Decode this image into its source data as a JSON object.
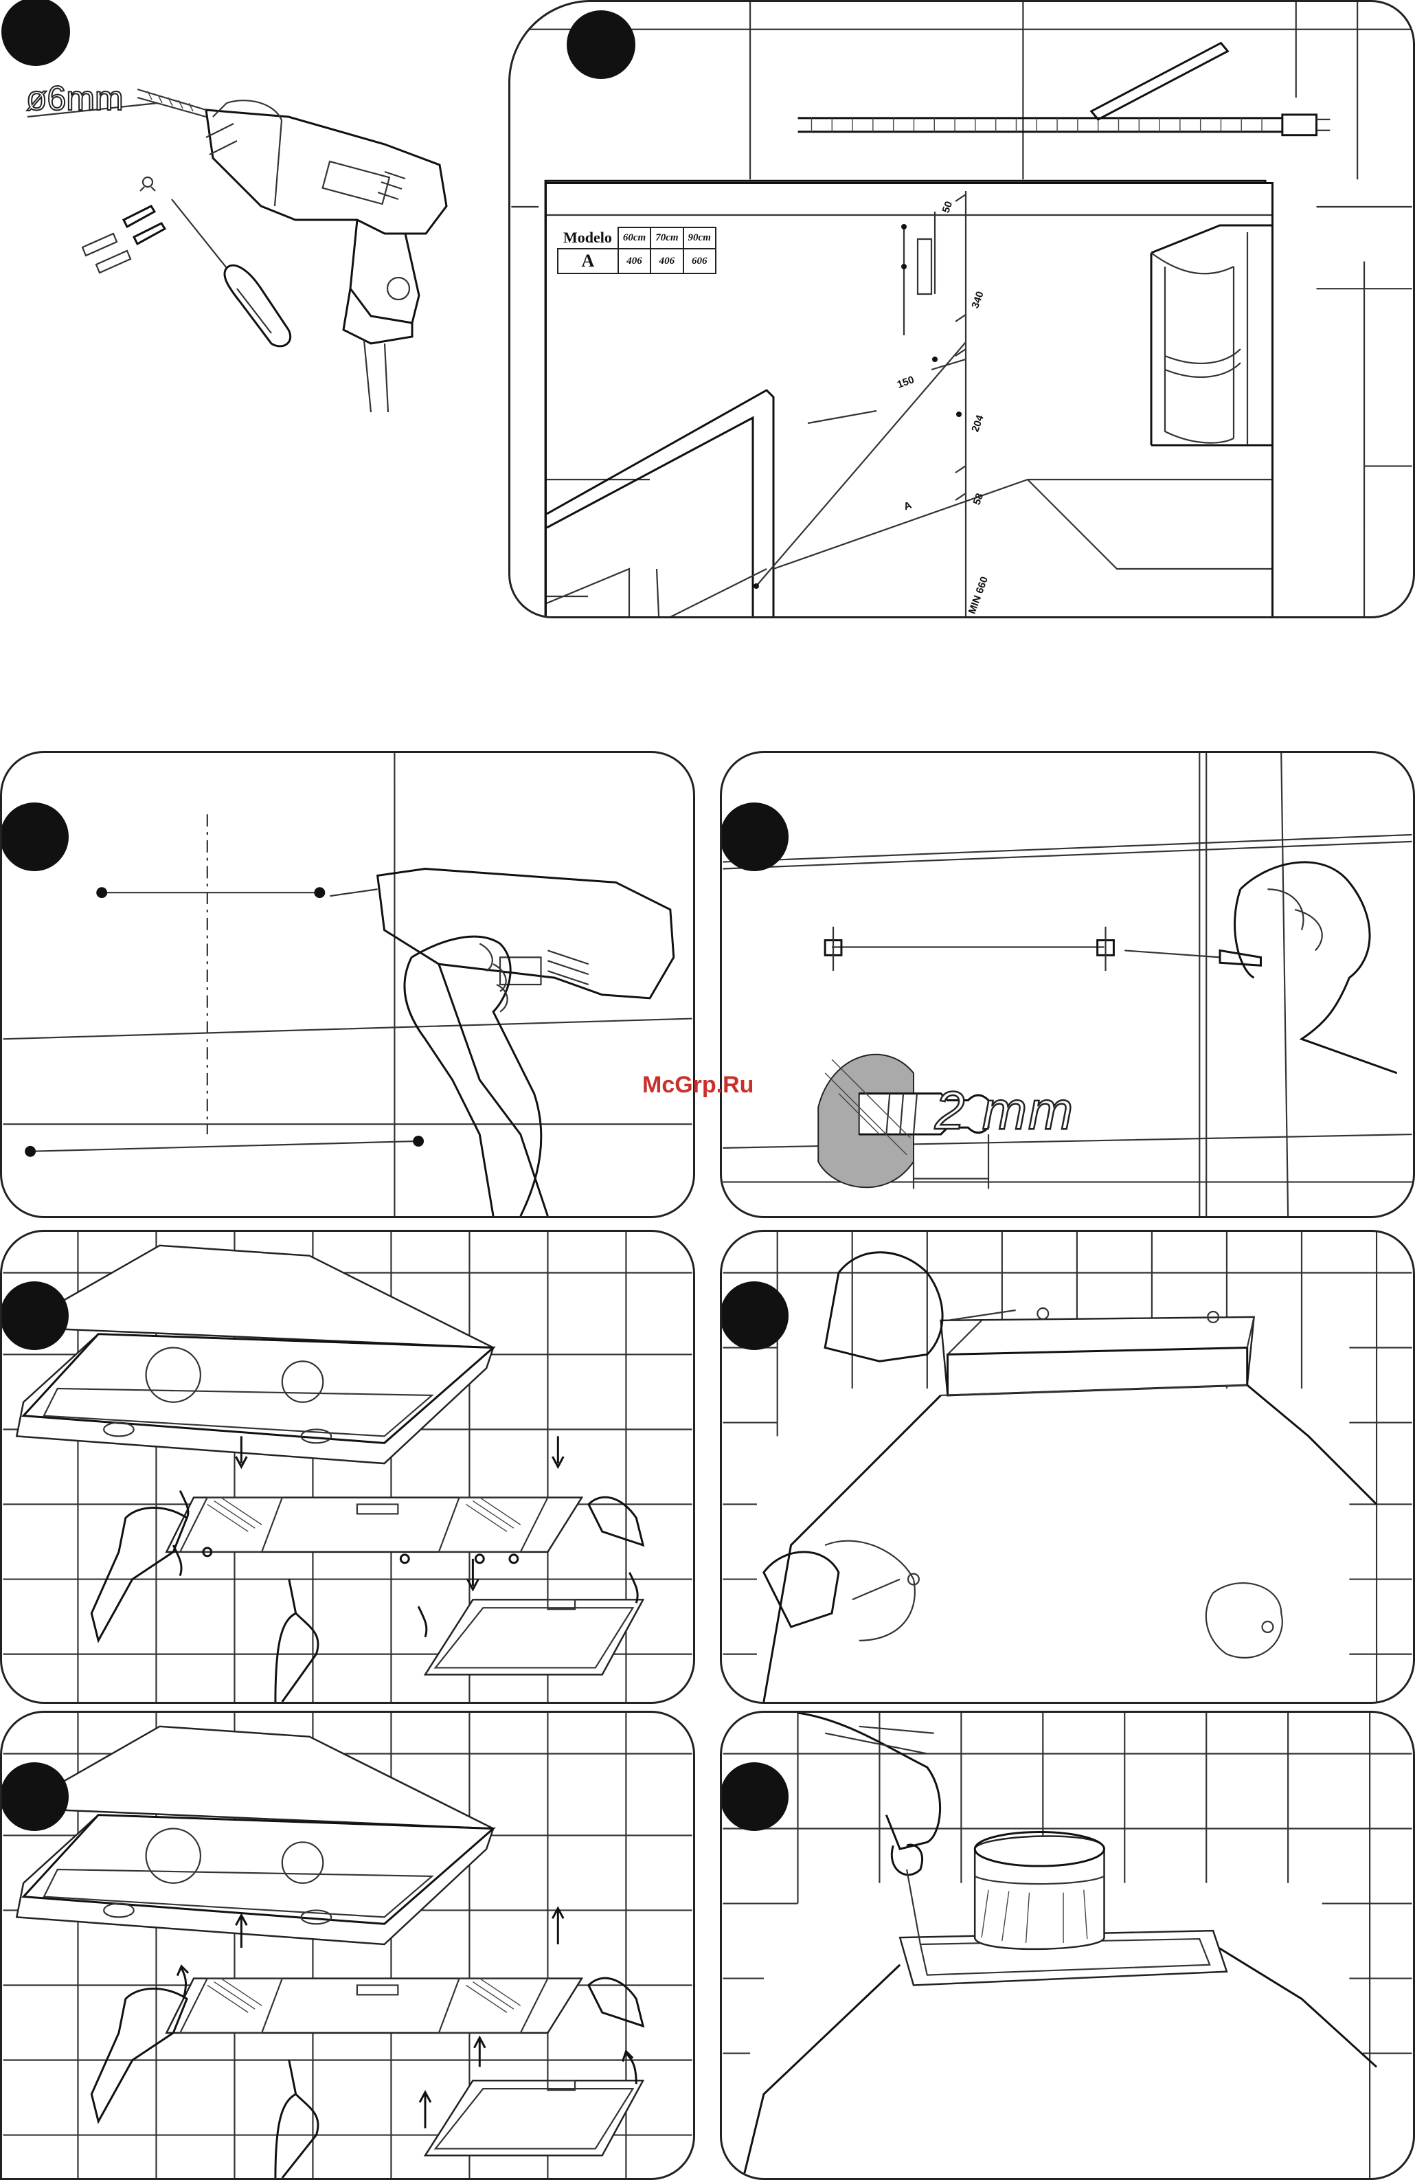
{
  "labels": {
    "drill_bit": "ø6mm",
    "gap": "2 mm",
    "watermark": "McGrp.Ru"
  },
  "table": {
    "header_label": "Modelo",
    "sizes": [
      "60cm",
      "70cm",
      "90cm"
    ],
    "row_label": "A",
    "values": [
      "406",
      "406",
      "606"
    ]
  },
  "dimensions": {
    "d1": "50",
    "d2": "340",
    "d3": "150",
    "d4": "204",
    "d5": "58",
    "d6": "A",
    "d7": "MIN 660"
  }
}
